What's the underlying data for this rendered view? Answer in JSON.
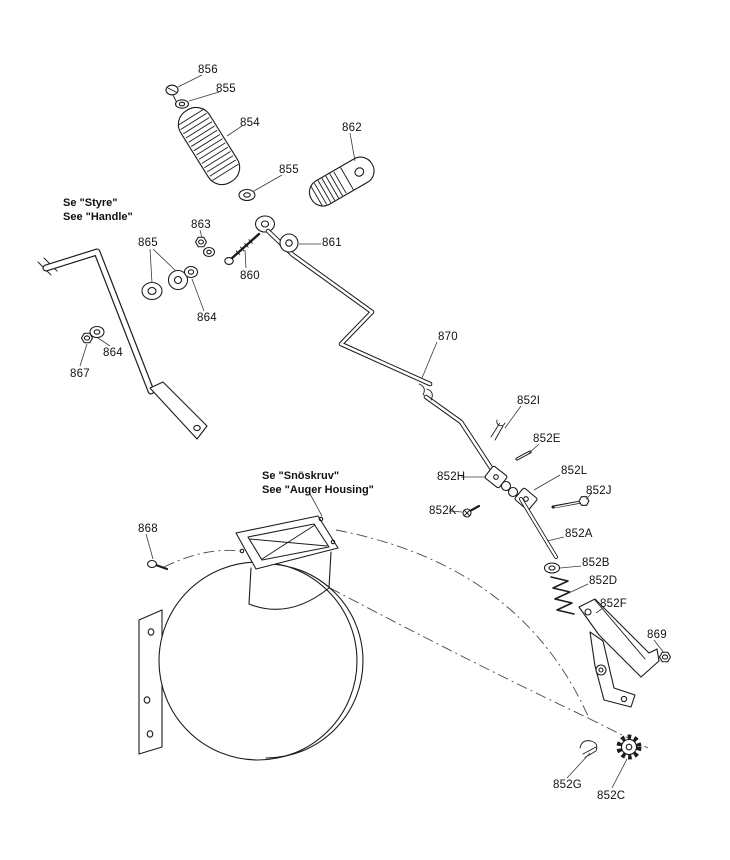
{
  "diagram": {
    "type": "exploded-parts-diagram",
    "line_color": "#1c1c1c",
    "background": "#ffffff"
  },
  "annotations": {
    "handle_ref": {
      "line1": "Se \"Styre\"",
      "line2": "See \"Handle\""
    },
    "auger_ref": {
      "line1": "Se \"Snöskruv\"",
      "line2": "See \"Auger Housing\""
    }
  },
  "labels": {
    "p856": "856",
    "p855a": "855",
    "p854": "854",
    "p862": "862",
    "p855b": "855",
    "p863": "863",
    "p865": "865",
    "p860": "860",
    "p861": "861",
    "p864a": "864",
    "p864b": "864",
    "p867": "867",
    "p870": "870",
    "p852I": "852I",
    "p852E": "852E",
    "p852H": "852H",
    "p852L": "852L",
    "p852J": "852J",
    "p852K": "852K",
    "p852A": "852A",
    "p852B": "852B",
    "p852D": "852D",
    "p852F": "852F",
    "p868": "868",
    "p869": "869",
    "p852G": "852G",
    "p852C": "852C"
  }
}
